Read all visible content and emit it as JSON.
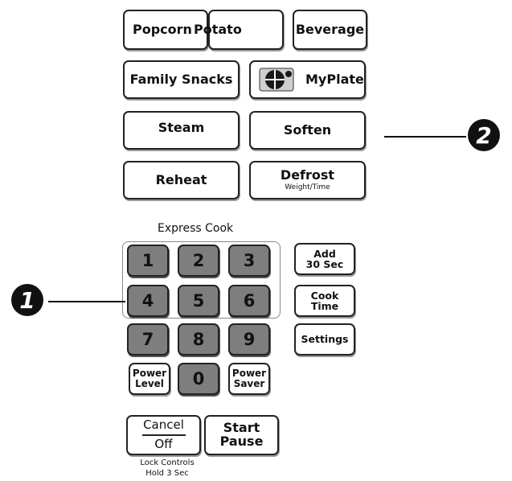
{
  "top_buttons": {
    "popcorn": "Popcorn",
    "potato": "Potato",
    "beverage": "Beverage",
    "family_snacks": "Family Snacks",
    "myplate": "MyPlate",
    "steam": "Steam",
    "soften": "Soften",
    "reheat": "Reheat",
    "defrost": "Defrost",
    "defrost_sub": "Weight/Time"
  },
  "express_cook_label": "Express Cook",
  "keypad": {
    "digits": [
      "1",
      "2",
      "3",
      "4",
      "5",
      "6",
      "7",
      "8",
      "9",
      "0"
    ],
    "power_level_1": "Power",
    "power_level_2": "Level",
    "power_saver_1": "Power",
    "power_saver_2": "Saver"
  },
  "side_buttons": {
    "add_1": "Add",
    "add_2": "30 Sec",
    "cook_1": "Cook",
    "cook_2": "Time",
    "settings": "Settings"
  },
  "bottom": {
    "cancel": "Cancel",
    "off": "Off",
    "start": "Start",
    "pause": "Pause",
    "lock_1": "Lock Controls",
    "lock_2": "Hold 3 Sec"
  },
  "callouts": {
    "one": "1",
    "two": "2"
  }
}
